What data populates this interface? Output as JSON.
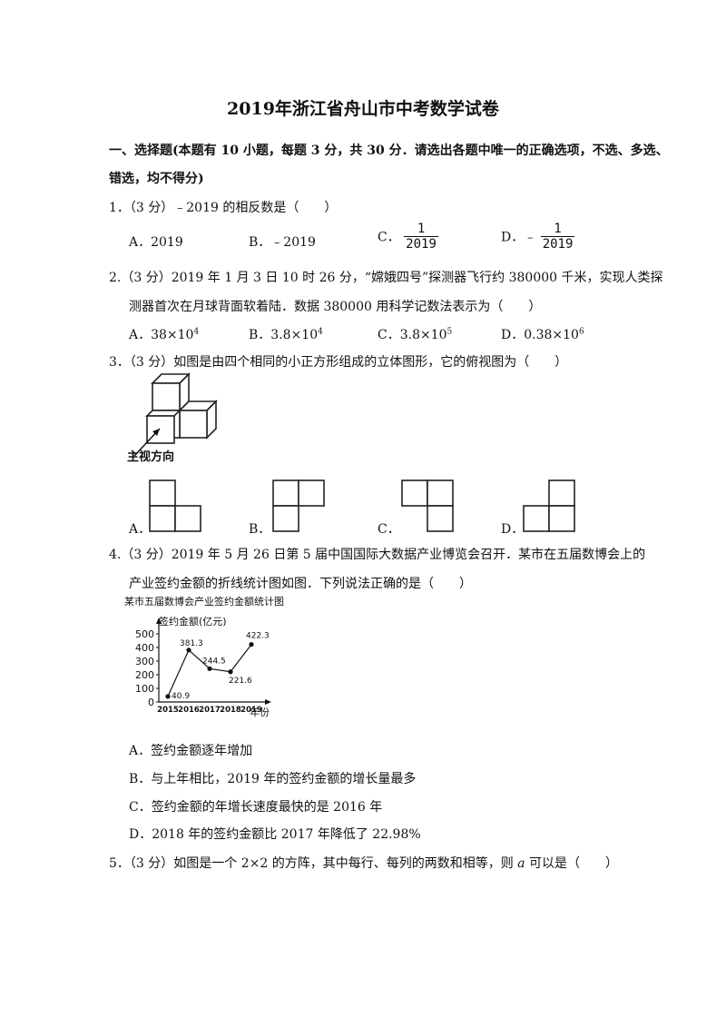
{
  "title": "2019年浙江省舟山市中考数学试卷",
  "section1": {
    "line1": "一、选择题(本题有 10 小题，每题 3 分，共 30 分．请选出各题中唯一的正确选项，不选、多选、",
    "line2": "错选，均不得分)"
  },
  "q1": {
    "stem": "1．（3 分）﹣2019 的相反数是（　　）",
    "a": "A．2019",
    "b": "B．﹣2019",
    "c_prefix": "C．",
    "c_num": "1",
    "c_den": "2019",
    "d_prefix": "D．﹣",
    "d_num": "1",
    "d_den": "2019"
  },
  "q2": {
    "line1": "2.（3 分）2019 年 1 月 3 日 10 时 26 分，“嫦娥四号”探测器飞行约 380000 千米，实现人类探",
    "line2": "测器首次在月球背面软着陆．数据 380000 用科学记数法表示为（　　）",
    "a_base": "A．38×10",
    "a_exp": "4",
    "b_base": "B．3.8×10",
    "b_exp": "4",
    "c_base": "C．3.8×10",
    "c_exp": "5",
    "d_base": "D．0.38×10",
    "d_exp": "6"
  },
  "q3": {
    "stem": "3．（3 分）如图是由四个相同的小正方形组成的立体图形，它的俯视图为（　　）",
    "view_label": "主视方向",
    "a": "A．",
    "b": "B．",
    "c": "C．",
    "d": "D．"
  },
  "q4": {
    "line1": "4.（3 分）2019 年 5 月 26 日第 5 届中国国际大数据产业博览会召开．某市在五届数博会上的",
    "line2": "产业签约金额的折线统计图如图．下列说法正确的是（　　）",
    "a": "A．签约金额逐年增加",
    "b": "B．与上年相比，2019 年的签约金额的增长量最多",
    "c": "C．签约金额的年增长速度最快的是 2016 年",
    "d": "D．2018 年的签约金额比 2017 年降低了 22.98%"
  },
  "q5": {
    "stem_pre": "5．（3 分）如图是一个 2×2 的方阵，其中每行、每列的两数和相等，则 ",
    "stem_var": "a",
    "stem_post": " 可以是（　　）"
  },
  "chart_data": {
    "type": "line",
    "title": "某市五届数博会产业签约金额统计图",
    "ylabel": "签约金额(亿元)",
    "xlabel": "年份",
    "categories": [
      "2015",
      "2016",
      "2017",
      "2018",
      "2019"
    ],
    "values": [
      40.9,
      381.3,
      244.5,
      221.6,
      422.3
    ],
    "data_labels": [
      "40.9",
      "381.3",
      "244.5",
      "221.6",
      "422.3"
    ],
    "yticks": [
      "0",
      "100",
      "200",
      "300",
      "400",
      "500"
    ],
    "ylim": [
      0,
      500
    ]
  }
}
